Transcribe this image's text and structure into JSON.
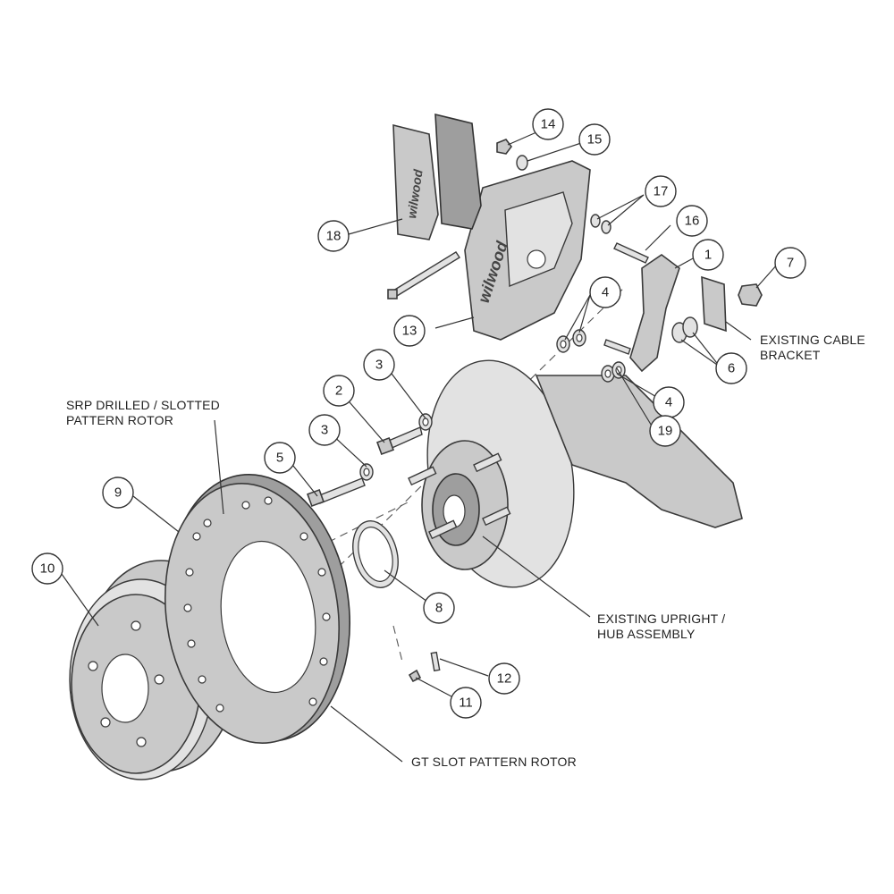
{
  "brand": "wilwood",
  "callouts": [
    {
      "id": "1",
      "label": "1"
    },
    {
      "id": "2",
      "label": "2"
    },
    {
      "id": "3a",
      "label": "3"
    },
    {
      "id": "3b",
      "label": "3"
    },
    {
      "id": "4a",
      "label": "4"
    },
    {
      "id": "4b",
      "label": "4"
    },
    {
      "id": "5",
      "label": "5"
    },
    {
      "id": "6",
      "label": "6"
    },
    {
      "id": "7",
      "label": "7"
    },
    {
      "id": "8",
      "label": "8"
    },
    {
      "id": "9",
      "label": "9"
    },
    {
      "id": "10",
      "label": "10"
    },
    {
      "id": "11",
      "label": "11"
    },
    {
      "id": "12",
      "label": "12"
    },
    {
      "id": "13",
      "label": "13"
    },
    {
      "id": "14",
      "label": "14"
    },
    {
      "id": "15",
      "label": "15"
    },
    {
      "id": "16",
      "label": "16"
    },
    {
      "id": "17",
      "label": "17"
    },
    {
      "id": "18",
      "label": "18"
    },
    {
      "id": "19",
      "label": "19"
    }
  ],
  "labels": {
    "srp_rotor_line1": "SRP DRILLED / SLOTTED",
    "srp_rotor_line2": "PATTERN ROTOR",
    "cable_bracket_line1": "EXISTING CABLE",
    "cable_bracket_line2": "BRACKET",
    "upright_line1": "EXISTING UPRIGHT /",
    "upright_line2": "HUB ASSEMBLY",
    "gt_rotor": "GT SLOT PATTERN ROTOR"
  }
}
